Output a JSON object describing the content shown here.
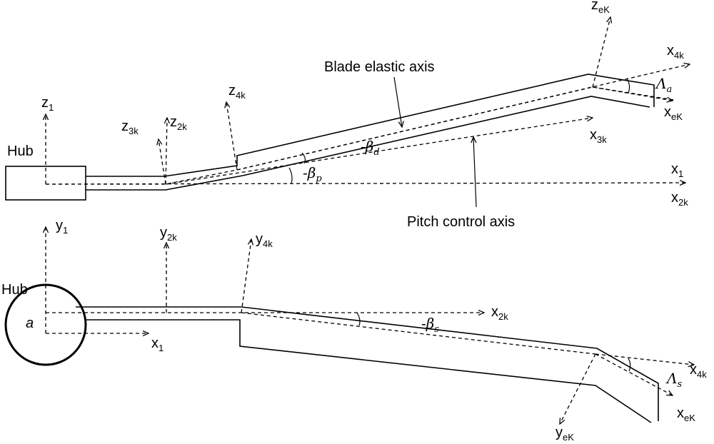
{
  "top_view": {
    "hub": "Hub",
    "z1": {
      "main": "z",
      "sub": "1"
    },
    "z3k": {
      "main": "z",
      "sub": "3k"
    },
    "z2k": {
      "main": "z",
      "sub": "2k"
    },
    "z4k": {
      "main": "z",
      "sub": "4k"
    },
    "zeK": {
      "main": "z",
      "sub": "eK"
    },
    "x4k": {
      "main": "x",
      "sub": "4k"
    },
    "xeK": {
      "main": "x",
      "sub": "eK"
    },
    "x3k": {
      "main": "x",
      "sub": "3k"
    },
    "x1": {
      "main": "x",
      "sub": "1"
    },
    "x2k": {
      "main": "x",
      "sub": "2k"
    },
    "lambda_a": {
      "main": "Λ",
      "sub": "a"
    },
    "beta_d": {
      "main": "-β",
      "sub": "d"
    },
    "beta_p": {
      "main": "-β",
      "sub": "p"
    },
    "blade_elastic_axis": "Blade elastic axis",
    "pitch_control_axis": "Pitch control axis"
  },
  "bottom_view": {
    "hub": "Hub",
    "a": "a",
    "y1": {
      "main": "y",
      "sub": "1"
    },
    "x1": {
      "main": "x",
      "sub": "1"
    },
    "y2k": {
      "main": "y",
      "sub": "2k"
    },
    "y4k": {
      "main": "y",
      "sub": "4k"
    },
    "x2k": {
      "main": "x",
      "sub": "2k"
    },
    "beta_s": {
      "main": "-β",
      "sub": "s"
    },
    "x4k": {
      "main": "x",
      "sub": "4k"
    },
    "lambda_s": {
      "main": "Λ",
      "sub": "s"
    },
    "xeK": {
      "main": "x",
      "sub": "eK"
    },
    "yeK": {
      "main": "y",
      "sub": "eK"
    }
  }
}
